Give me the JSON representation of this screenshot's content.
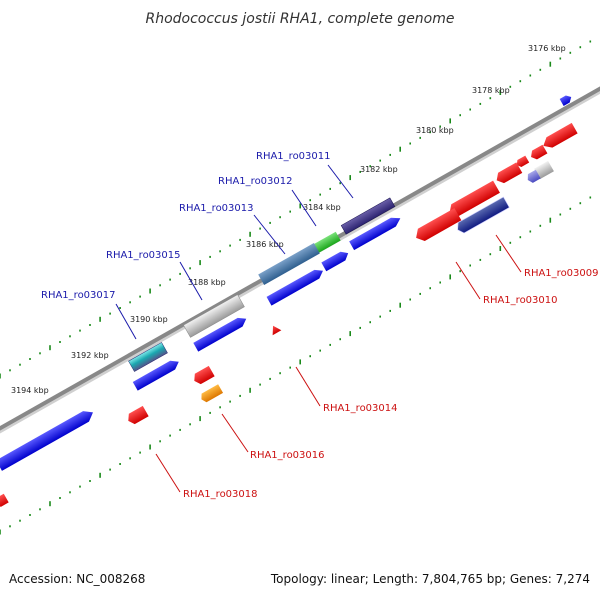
{
  "title": "Rhodococcus jostii RHA1, complete genome",
  "kbp_labels": [
    "3176 kbp",
    "3178 kbp",
    "3180 kbp",
    "3182 kbp",
    "3184 kbp",
    "3186 kbp",
    "3188 kbp",
    "3190 kbp",
    "3192 kbp",
    "3194 kbp"
  ],
  "genes_top": [
    "RHA1_ro03011",
    "RHA1_ro03012",
    "RHA1_ro03013",
    "RHA1_ro03015",
    "RHA1_ro03017"
  ],
  "genes_bottom": [
    "RHA1_ro03009",
    "RHA1_ro03010",
    "RHA1_ro03014",
    "RHA1_ro03016",
    "RHA1_ro03018"
  ],
  "footer": {
    "accession": "Accession: NC_008268",
    "summary": "Topology: linear; Length: 7,804,765 bp; Genes: 7,274"
  },
  "colors": {
    "forward_strand": "#1a1aee",
    "reverse_strand": "#ee1111",
    "top_label": "#1a1aaa",
    "bottom_label": "#cc1111",
    "tick": "#1a8a1a",
    "backbone": "#888888"
  }
}
